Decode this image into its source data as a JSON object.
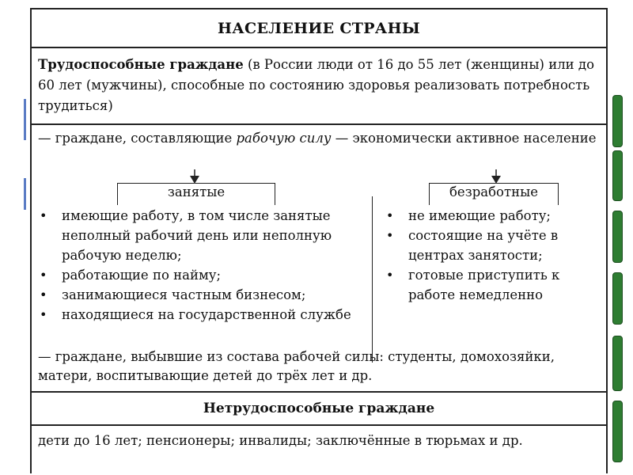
{
  "title": "НАСЕЛЕНИЕ СТРАНЫ",
  "able": {
    "heading": "Трудоспособные граждане",
    "text": " (в России люди от 16 до 55 лет (женщины) или до 60 лет (мужчины), способные по состоянию здоровья реализовать потребность трудиться)"
  },
  "labor_force": {
    "intro_before": "— граждане, составляющие ",
    "intro_em": "рабочую силу",
    "intro_after": " — экономически активное население",
    "employed": {
      "label": "занятые",
      "items": [
        "имеющие работу, в том числе занятые неполный рабочий день или неполную рабочую неделю;",
        "работающие по найму;",
        "занимающиеся частным бизнесом;",
        "находящиеся на государственной службе"
      ]
    },
    "unemployed": {
      "label": "безработные",
      "items": [
        "не имеющие работу;",
        "состоящие на учёте в центрах занятости;",
        "готовые приступить к работе немедленно"
      ]
    },
    "outside": "— граждане, выбывшие из состава рабочей силы: студенты, домохозяйки, матери, воспитывающие детей до трёх лет и др."
  },
  "unable": {
    "heading": "Нетрудоспособные граждане",
    "text": "дети до 16 лет; пенсионеры; инвалиды; заключённые в тюрьмах и др."
  },
  "colors": {
    "tab_green": "#2e7d32",
    "border": "#222222"
  }
}
